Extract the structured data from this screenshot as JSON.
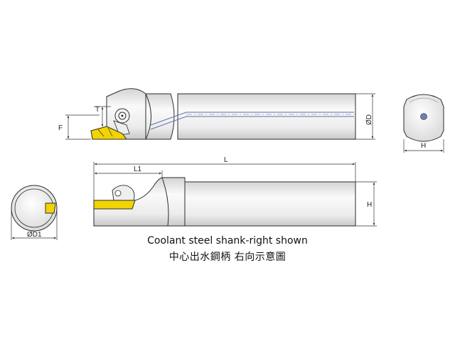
{
  "dimensions": {
    "T": "T",
    "F": "F",
    "D": "ØD",
    "H_end": "H",
    "L": "L",
    "L1": "L1",
    "H_side": "H",
    "D1": "ØD1"
  },
  "caption": {
    "english": "Coolant steel shank-right shown",
    "chinese": "中心出水鋼柄  右向示意圖"
  },
  "colors": {
    "outline": "#2b2b2b",
    "shank_fill": "#e9e9e9",
    "insert": "#f2d400",
    "dimension_line": "#333333",
    "coolant_line": "#5a6fa6"
  }
}
